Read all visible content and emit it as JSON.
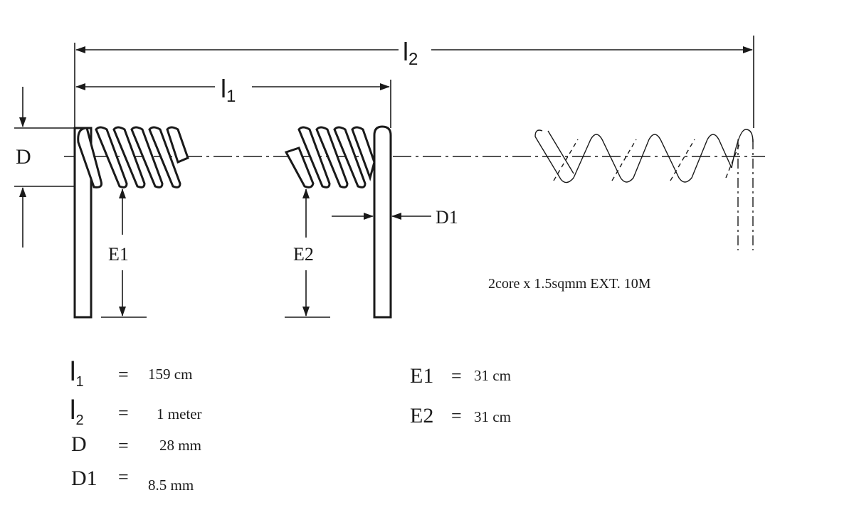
{
  "labels": {
    "l2": "l",
    "l2_sub": "2",
    "l1": "l",
    "l1_sub": "1",
    "d": "D",
    "e1": "E1",
    "e2": "E2",
    "d1": "D1"
  },
  "note": "2core x 1.5sqmm EXT. 10M",
  "specs": [
    {
      "symbol": "l",
      "sub": "1",
      "eq": "=",
      "value": "159 cm"
    },
    {
      "symbol": "l",
      "sub": "2",
      "eq": "=",
      "value": "1 meter"
    },
    {
      "symbol": "D",
      "sub": "",
      "eq": "=",
      "value": "28 mm"
    },
    {
      "symbol": "D1",
      "sub": "",
      "eq": "=",
      "value": "8.5 mm"
    },
    {
      "symbol": "E1",
      "sub": "",
      "eq": "=",
      "value": "31 cm"
    },
    {
      "symbol": "E2",
      "sub": "",
      "eq": "=",
      "value": "31 cm"
    }
  ]
}
